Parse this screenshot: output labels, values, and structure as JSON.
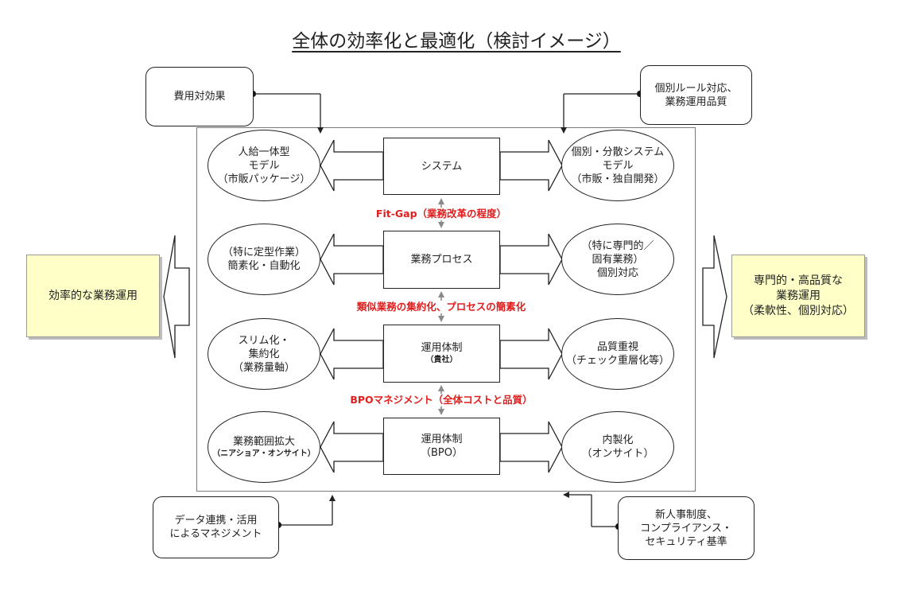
{
  "title": "全体の効率化と最適化（検討イメージ）",
  "callouts": {
    "cost_effect": "費用対効果",
    "individual_rules": "個別ルール対応、\n業務運用品質",
    "data_link": "データ連携・活用\nによるマネジメント",
    "new_hr": "新人事制度、\nコンプライアンス・\nセキュリティ基準"
  },
  "side_left": "効率的な業務運用",
  "side_right": "専門的・高品質な\n業務運用\n（柔軟性、個別対応）",
  "rows": [
    {
      "center": "システム",
      "center_sub": "",
      "left_main": "人給一体型\nモデル\n（市販パッケージ）",
      "left_sub": "",
      "right": "個別・分散システム\nモデル\n（市販・独自開発）"
    },
    {
      "center": "業務プロセス",
      "center_sub": "",
      "left_main": "（特に定型作業）\n簡素化・自動化",
      "left_sub": "",
      "right": "（特に専門的／\n固有業務）\n個別対応"
    },
    {
      "center": "運用体制",
      "center_sub": "（貴社）",
      "left_main": "スリム化・\n集約化\n（業務量軸）",
      "left_sub": "",
      "right": "品質重視\n（チェック重層化等）"
    },
    {
      "center": "運用体制",
      "center_sub": "（BPO）",
      "left_main": "業務範囲拡大",
      "left_sub": "（ニアショア・オンサイト）",
      "right": "内製化\n（オンサイト）"
    }
  ],
  "connectors": [
    "Fit-Gap（業務改革の程度）",
    "類似業務の集約化、プロセスの簡素化",
    "BPOマネジメント（全体コストと品質）"
  ]
}
